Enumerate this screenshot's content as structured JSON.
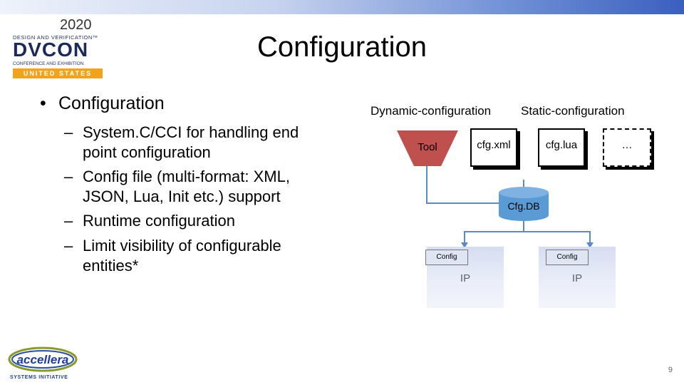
{
  "header": {
    "logo": {
      "year": "2020",
      "tagline": "DESIGN AND VERIFICATION™",
      "brand": "DVCON",
      "subline": "CONFERENCE AND EXHIBITION",
      "region": "UNITED STATES"
    },
    "title": "Configuration"
  },
  "content": {
    "bullet": "Configuration",
    "sub_bullets": [
      {
        "lines": [
          "System.C/CCI for handling end",
          "point configuration"
        ]
      },
      {
        "lines": [
          "Config file (multi-format: XML,",
          "JSON, Lua, Init etc.) support"
        ]
      },
      {
        "lines": [
          "Runtime configuration"
        ]
      },
      {
        "lines": [
          "Limit visibility of configurable",
          "entities*"
        ]
      }
    ]
  },
  "diagram": {
    "dynamic_label": "Dynamic-configuration",
    "static_label": "Static-configuration",
    "tool": "Tool",
    "files": [
      "cfg.xml",
      "cfg.lua",
      "…"
    ],
    "db": "Cfg.DB",
    "ip_blocks": [
      {
        "config": "Config",
        "ip": "IP"
      },
      {
        "config": "Config",
        "ip": "IP"
      }
    ],
    "colors": {
      "tool": "#c0504d",
      "db": "#5b9bd5",
      "connector": "#5a8ac6"
    }
  },
  "footer": {
    "logo": {
      "brand": "accellera",
      "tagline": "SYSTEMS INITIATIVE"
    },
    "page_number": "9"
  }
}
